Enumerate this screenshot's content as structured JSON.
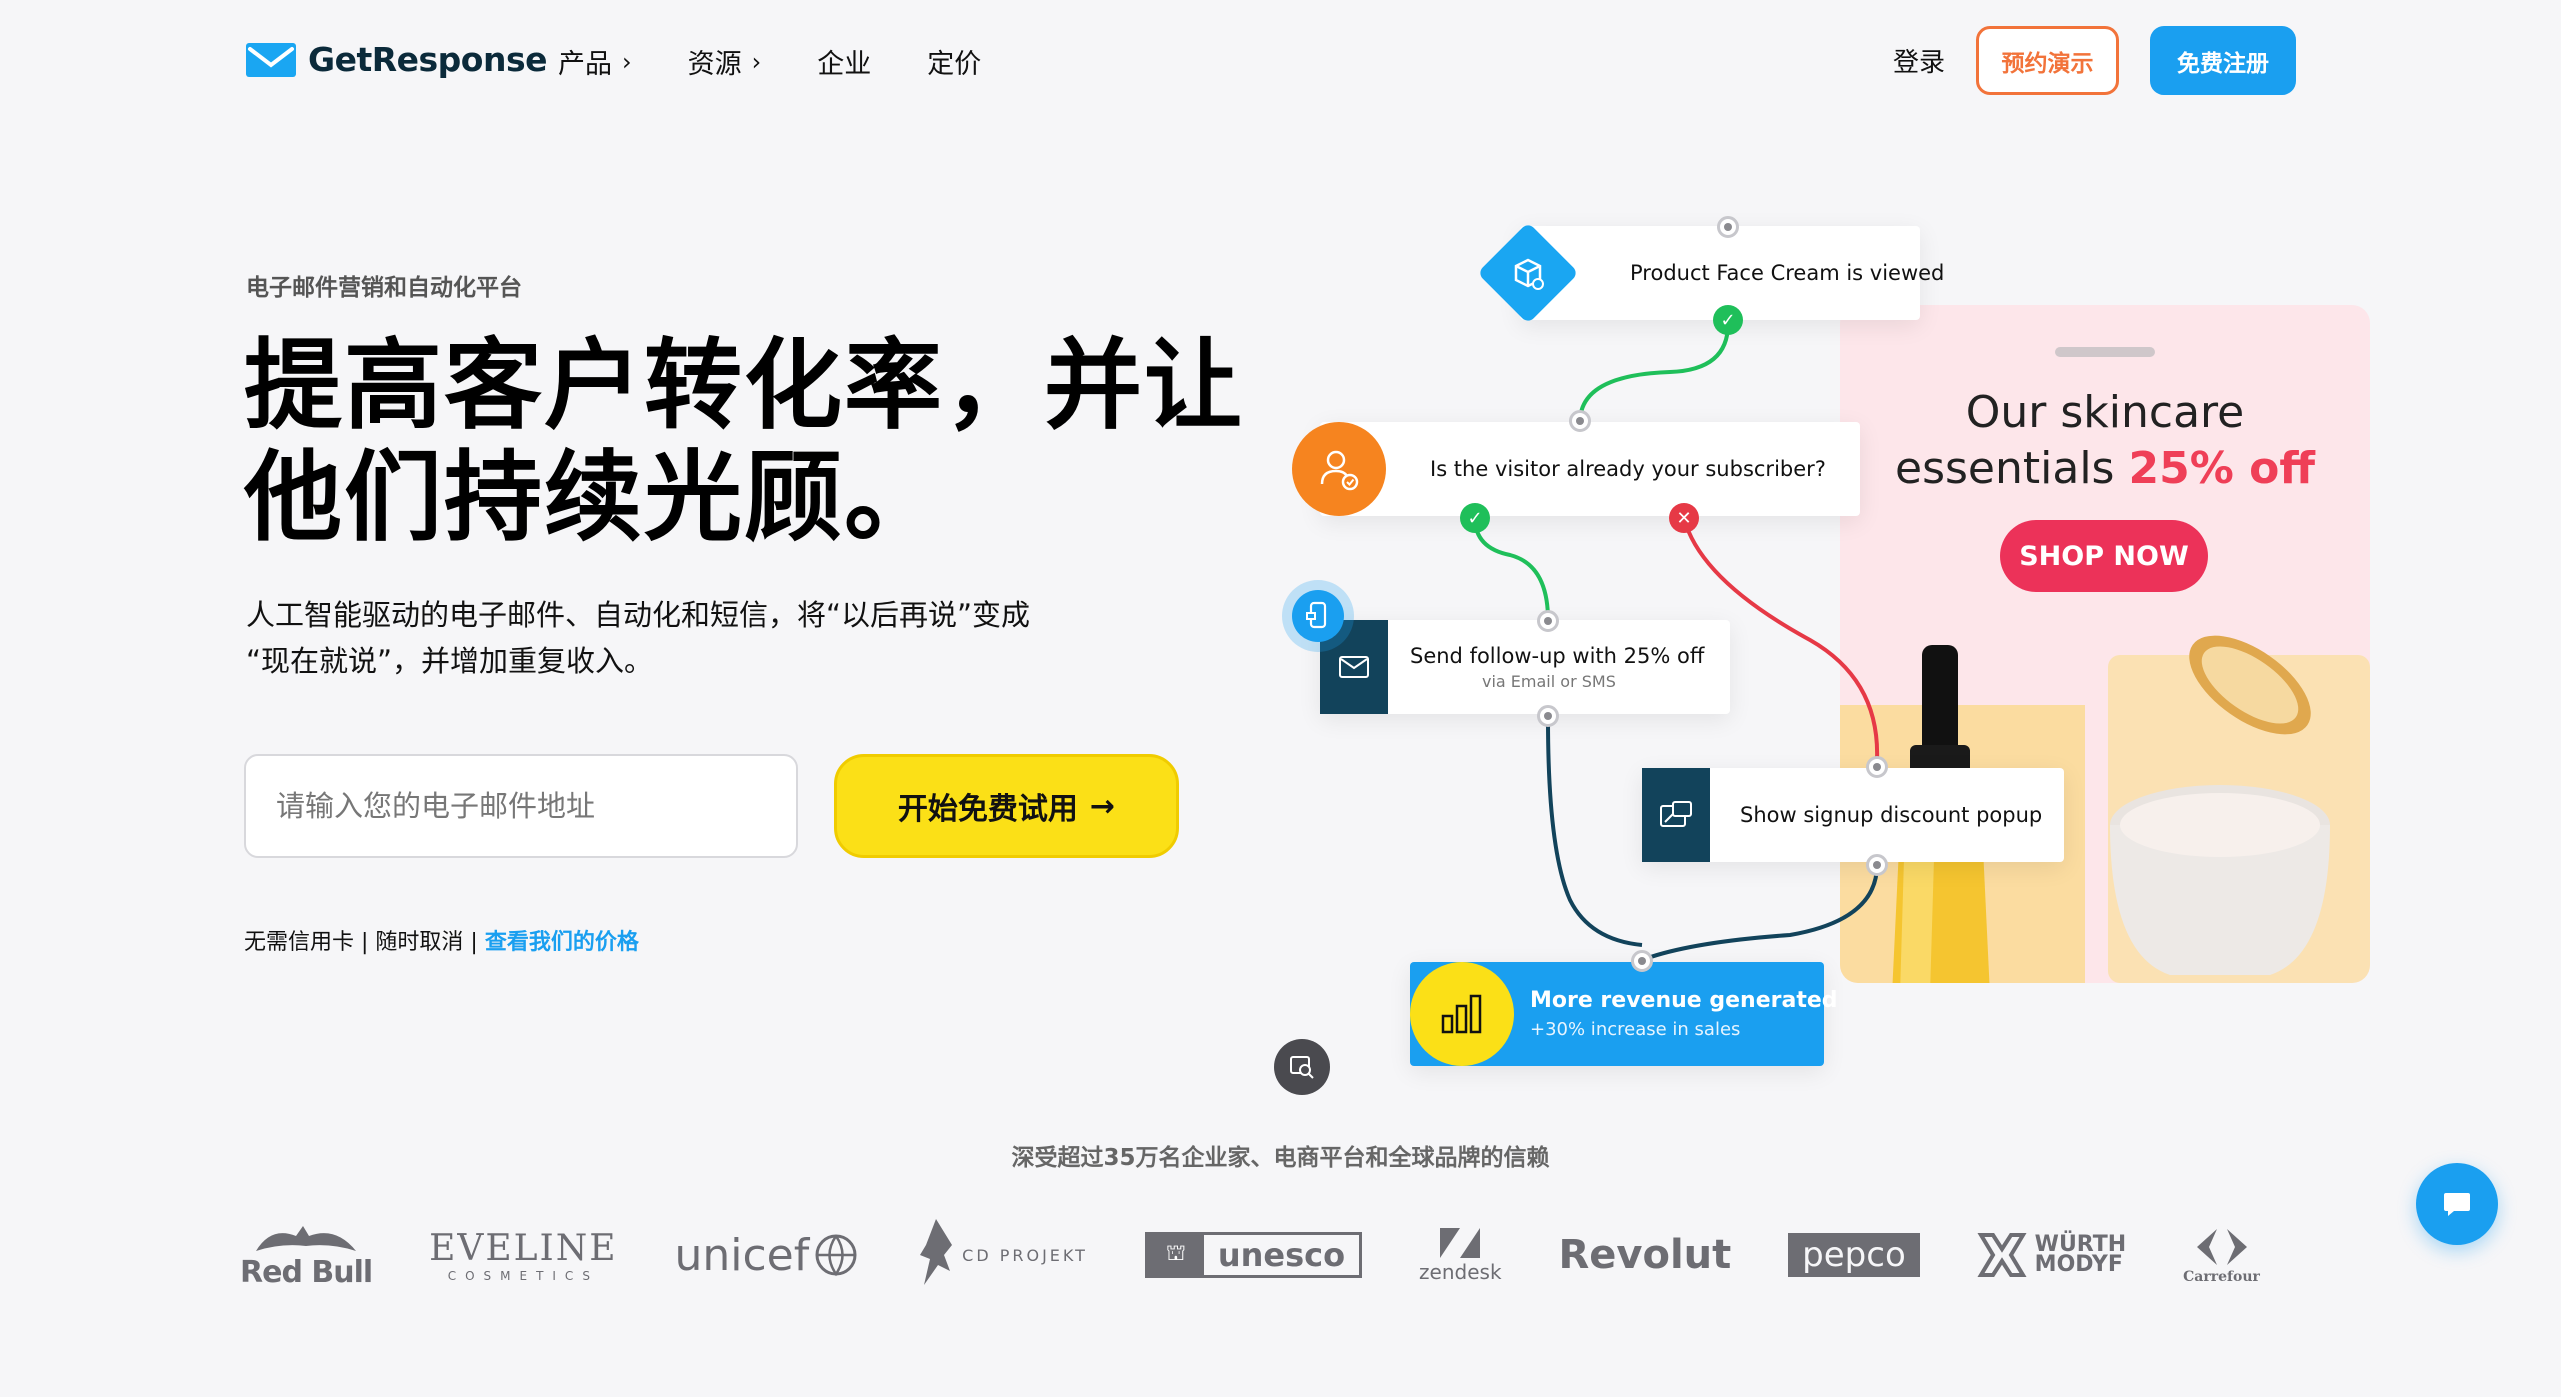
{
  "header": {
    "logo_text": "GetResponse",
    "nav": [
      {
        "label": "产品",
        "has_chevron": true
      },
      {
        "label": "资源",
        "has_chevron": true
      },
      {
        "label": "企业",
        "has_chevron": false
      },
      {
        "label": "定价",
        "has_chevron": false
      }
    ],
    "chevron": "›",
    "login": "登录",
    "demo_button": "预约演示",
    "signup_button": "免费注册"
  },
  "hero": {
    "eyebrow": "电子邮件营销和自动化平台",
    "headline_line1": "提高客户转化率，并让",
    "headline_line2": "他们持续光顾。",
    "subline_line1": "人工智能驱动的电子邮件、自动化和短信，将“以后再说”变成",
    "subline_line2": "“现在就说”，并增加重复收入。",
    "email_placeholder": "请输入您的电子邮件地址",
    "cta_label": "开始免费试用",
    "cta_arrow": "→",
    "note_part1": "无需信用卡 | 随时取消 |",
    "note_link": "查看我们的价格"
  },
  "workflow": {
    "step1": "Product Face Cream is viewed",
    "step2": "Is the visitor already your subscriber?",
    "step3_title": "Send follow-up with 25% off",
    "step3_sub": "via Email or SMS",
    "step4": "Show signup discount popup",
    "step5_title": "More revenue generated",
    "step5_sub": "+30% increase in sales"
  },
  "promo": {
    "line1": "Our skincare",
    "line2_prefix": "essentials",
    "line2_highlight": "25% off",
    "button": "SHOP NOW"
  },
  "trust": {
    "text": "深受超过35万名企业家、电商平台和全球品牌的信赖",
    "logos": [
      "Red Bull",
      "EVELINE",
      "COSMETICS",
      "unicef",
      "CD PROJEKT",
      "unesco",
      "zendesk",
      "Revolut",
      "pepco",
      "WÜRTH",
      "MODYF",
      "Carrefour"
    ]
  },
  "colors": {
    "accent_blue": "#1a9ff0",
    "cta_yellow": "#fbe017",
    "demo_orange": "#f2733a",
    "shop_pink": "#ec3259",
    "promo_bg": "#fde6ea",
    "dark_teal": "#12435b",
    "success_green": "#1fbf5a",
    "error_red": "#e63946"
  }
}
